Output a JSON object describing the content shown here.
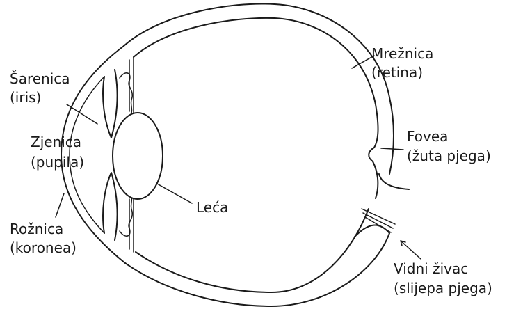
{
  "labels": {
    "retina_line1": "Mrežnica",
    "retina_line2": "(retina)",
    "iris_line1": "Šarenica",
    "iris_line2": "(iris)",
    "pupil_line1": "Zjenica",
    "pupil_line2": "(pupila)",
    "fovea_line1": "Fovea",
    "fovea_line2": "(žuta pjega)",
    "lens": "Leća",
    "cornea_line1": "Rožnica",
    "cornea_line2": "(koronea)",
    "nerve_line1": "Vidni živac",
    "nerve_line2": "(slijepa pjega)"
  }
}
